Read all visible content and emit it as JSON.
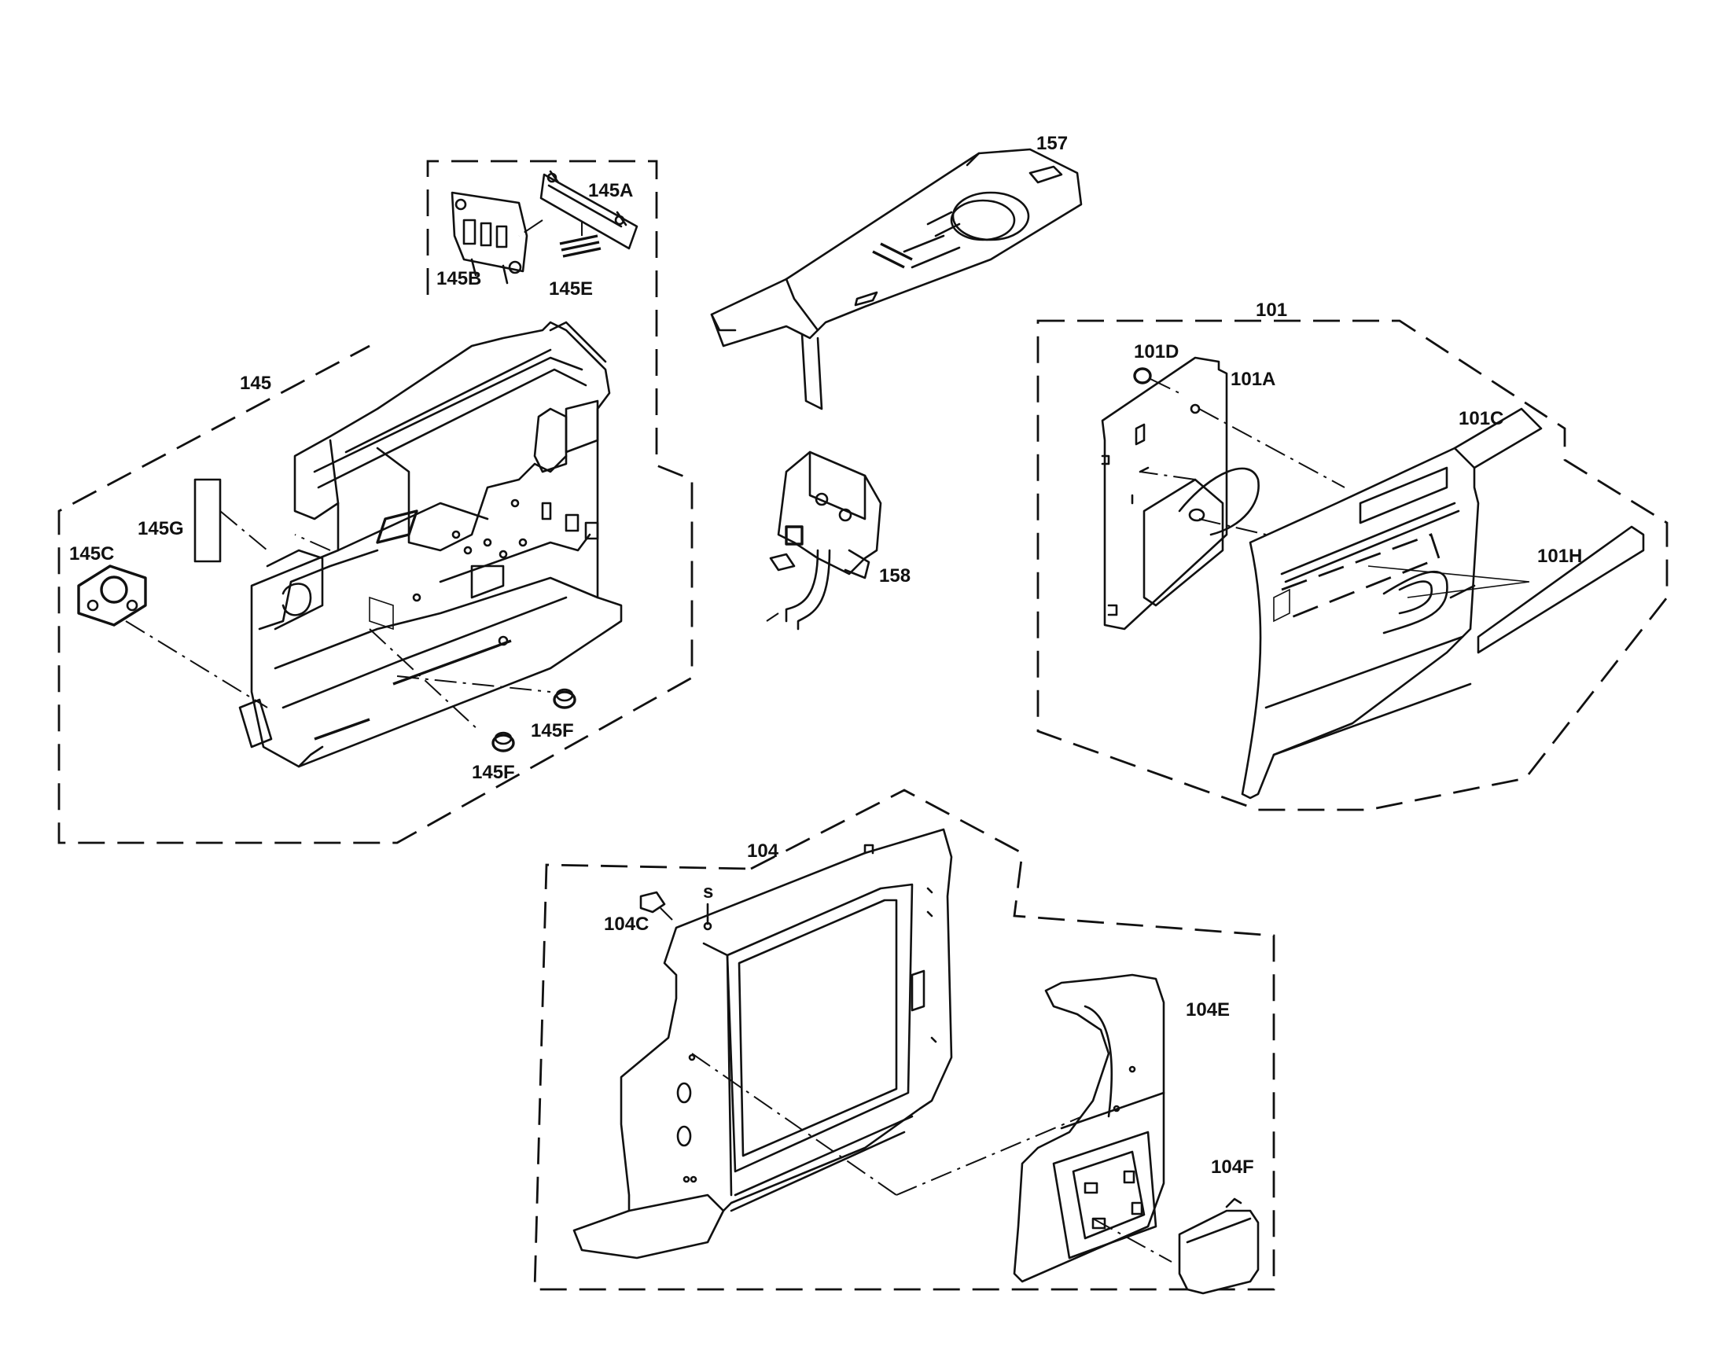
{
  "labels": {
    "l157": "157",
    "l145A": "145A",
    "l145B": "145B",
    "l145E": "145E",
    "l145": "145",
    "l145G": "145G",
    "l145C": "145C",
    "l145F1": "145F",
    "l145F2": "145F",
    "l158": "158",
    "l101": "101",
    "l101D": "101D",
    "l101A": "101A",
    "l101C": "101C",
    "l101H": "101H",
    "l104": "104",
    "l104C": "104C",
    "l104E": "104E",
    "l104F": "104F",
    "screw_mark": "s"
  }
}
